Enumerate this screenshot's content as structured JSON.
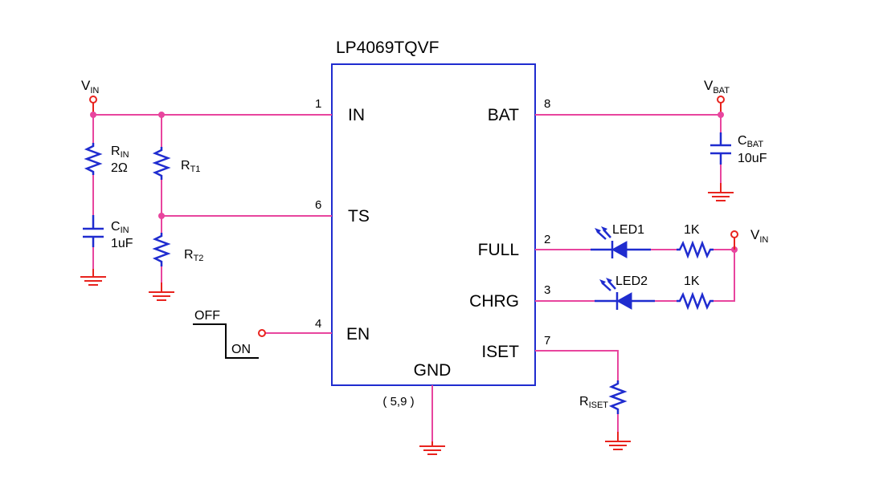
{
  "ic": {
    "part_number": "LP4069TQVF",
    "gnd_pins": "( 5,9 )",
    "pins": {
      "in": {
        "name": "IN",
        "num": "1"
      },
      "ts": {
        "name": "TS",
        "num": "6"
      },
      "en": {
        "name": "EN",
        "num": "4"
      },
      "bat": {
        "name": "BAT",
        "num": "8"
      },
      "full": {
        "name": "FULL",
        "num": "2"
      },
      "chrg": {
        "name": "CHRG",
        "num": "3"
      },
      "iset": {
        "name": "ISET",
        "num": "7"
      },
      "gnd": {
        "name": "GND"
      }
    }
  },
  "nets": {
    "vin_left": {
      "main": "V",
      "sub": "IN"
    },
    "vbat": {
      "main": "V",
      "sub": "BAT"
    },
    "vin_right": {
      "main": "V",
      "sub": "IN"
    }
  },
  "components": {
    "r_in": {
      "main": "R",
      "sub": "IN",
      "value": "2Ω"
    },
    "c_in": {
      "main": "C",
      "sub": "IN",
      "value": "1uF"
    },
    "r_t1": {
      "main": "R",
      "sub": "T1"
    },
    "r_t2": {
      "main": "R",
      "sub": "T2"
    },
    "c_bat": {
      "main": "C",
      "sub": "BAT",
      "value": "10uF"
    },
    "led1": {
      "label": "LED1"
    },
    "led2": {
      "label": "LED2"
    },
    "r_full": {
      "value": "1K"
    },
    "r_chrg": {
      "value": "1K"
    },
    "r_iset": {
      "main": "R",
      "sub": "ISET"
    }
  },
  "switch": {
    "off": "OFF",
    "on": "ON"
  },
  "colors": {
    "wire": "#e8459e",
    "component": "#1f2ccf",
    "ground": "#e8231e",
    "ic_outline": "#1f2ccf"
  }
}
